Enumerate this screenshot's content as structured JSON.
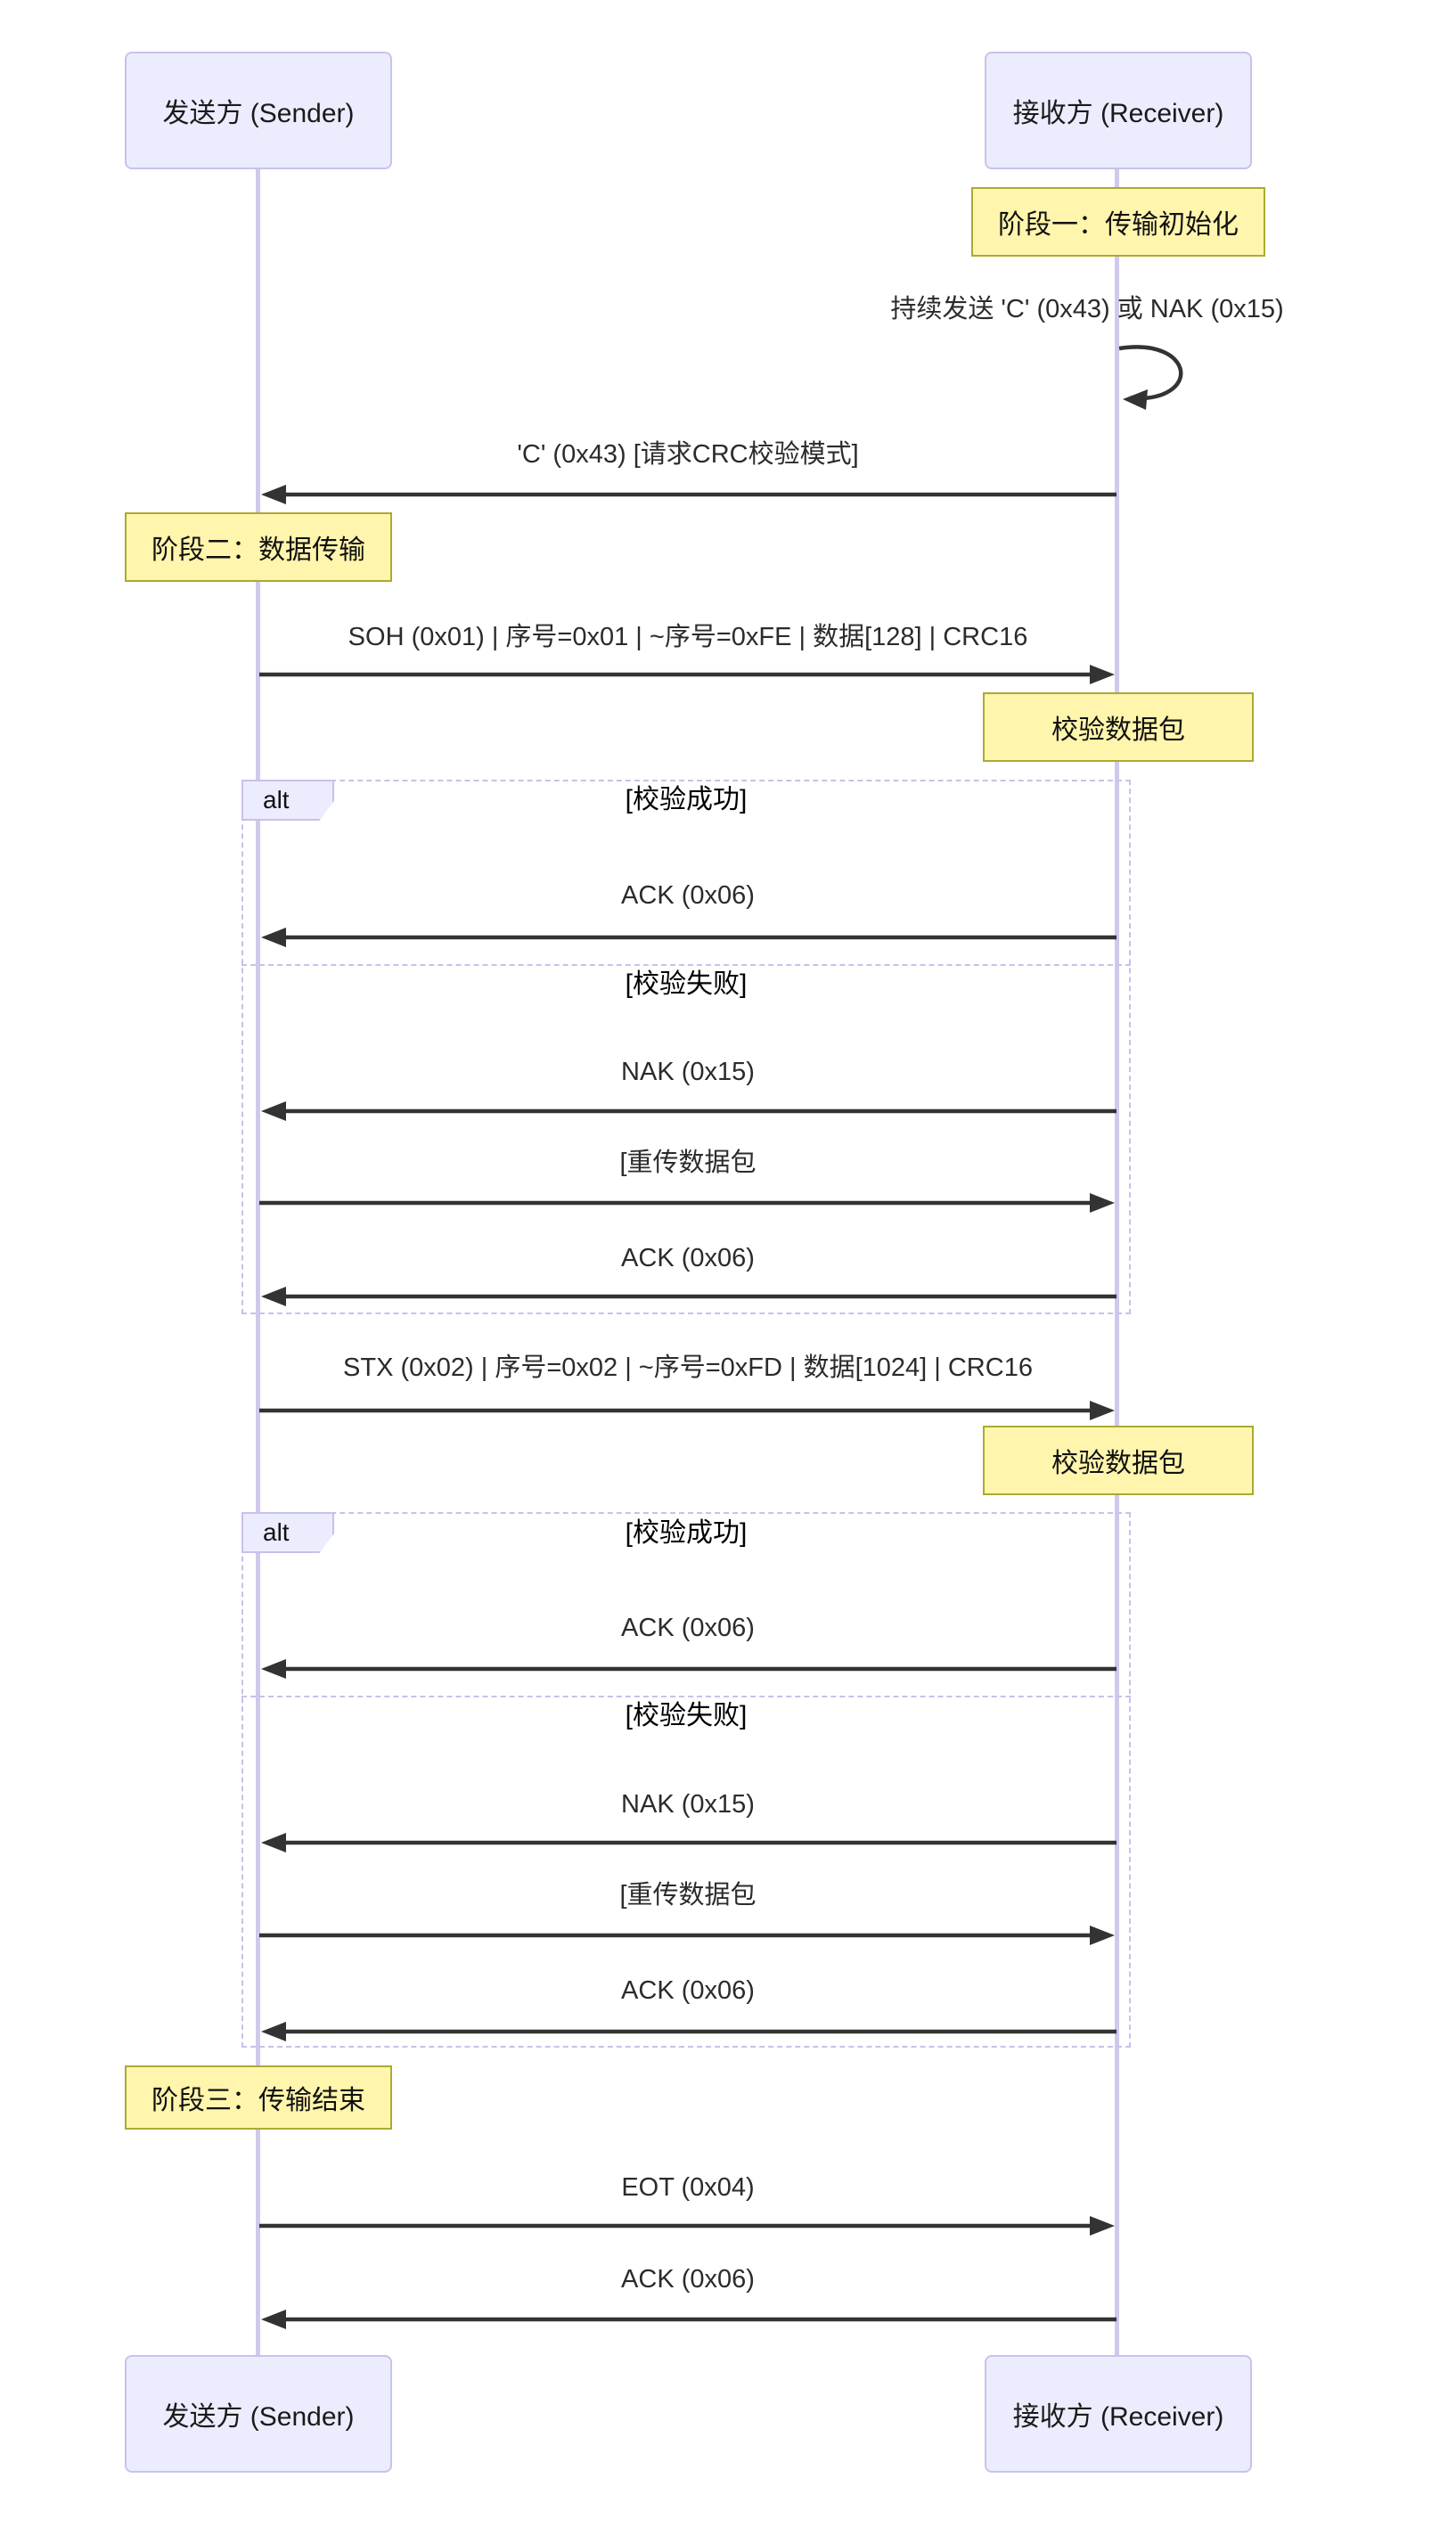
{
  "diagram": {
    "type": "sequence",
    "actors": {
      "sender": "发送方 (Sender)",
      "receiver": "接收方 (Receiver)"
    },
    "notes": {
      "phase1": "阶段一：传输初始化",
      "phase2": "阶段二：数据传输",
      "phase3": "阶段三：传输结束",
      "verify_packet": "校验数据包"
    },
    "alt": {
      "label": "alt",
      "success": "[校验成功]",
      "failure": "[校验失败]"
    },
    "messages": {
      "poll": "持续发送 'C' (0x43) 或 NAK (0x15)",
      "crc_request": "'C' (0x43) [请求CRC校验模式]",
      "packet1": "SOH (0x01) | 序号=0x01 | ~序号=0xFE | 数据[128] | CRC16",
      "packet2": "STX (0x02) | 序号=0x02 | ~序号=0xFD | 数据[1024] | CRC16",
      "ack": "ACK (0x06)",
      "nak": "NAK (0x15)",
      "retransmit": "[重传数据包",
      "eot": "EOT (0x04)"
    },
    "colors": {
      "actor_fill": "#ECECFF",
      "actor_border": "#C9C2EA",
      "note_fill": "#FFF5AD",
      "note_border": "#AAAA33",
      "lifeline": "#D0C9EC",
      "frame_border": "#C7C1EB",
      "signal": "#333333"
    }
  }
}
